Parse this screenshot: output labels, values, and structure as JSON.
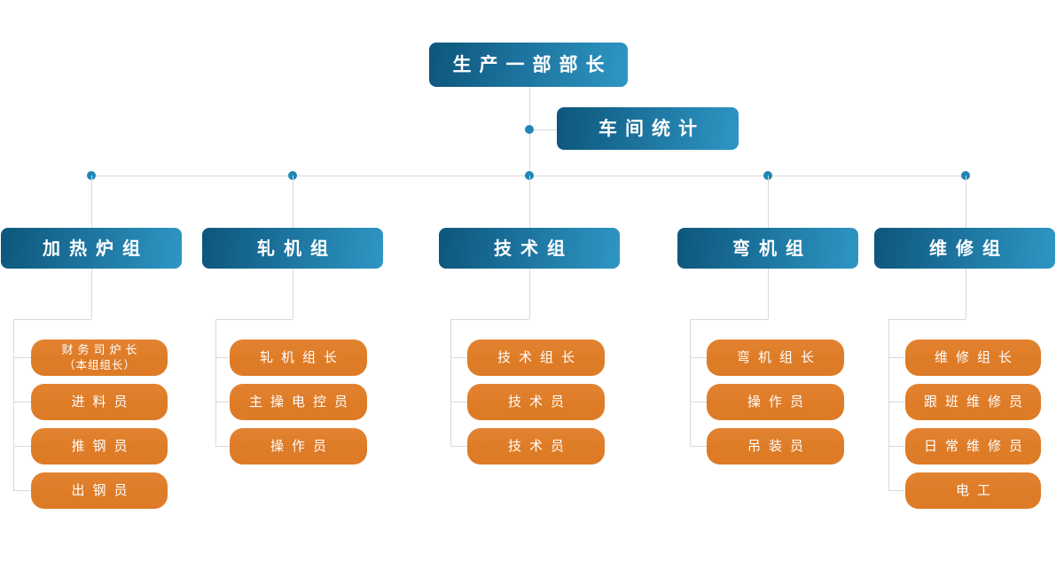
{
  "colors": {
    "node_blue_dark": "#0d567c",
    "node_blue_light": "#2e96c4",
    "node_orange": "#de7b26",
    "connector": "#d9d9d9",
    "dot": "#1f86b8"
  },
  "root": {
    "label": "生产一部部长"
  },
  "staff": {
    "label": "车间统计"
  },
  "groups": [
    {
      "label": "加热炉组",
      "children": [
        {
          "line1": "财务司炉长",
          "line2": "（本组组长）"
        },
        {
          "line1": "进料员"
        },
        {
          "line1": "推钢员"
        },
        {
          "line1": "出钢员"
        }
      ]
    },
    {
      "label": "轧机组",
      "children": [
        {
          "line1": "轧机组长"
        },
        {
          "line1": "主操电控员"
        },
        {
          "line1": "操作员"
        }
      ]
    },
    {
      "label": "技术组",
      "children": [
        {
          "line1": "技术组长"
        },
        {
          "line1": "技术员"
        },
        {
          "line1": "技术员"
        }
      ]
    },
    {
      "label": "弯机组",
      "children": [
        {
          "line1": "弯机组长"
        },
        {
          "line1": "操作员"
        },
        {
          "line1": "吊装员"
        }
      ]
    },
    {
      "label": "维修组",
      "children": [
        {
          "line1": "维修组长"
        },
        {
          "line1": "跟班维修员"
        },
        {
          "line1": "日常维修员"
        },
        {
          "line1": "电工"
        }
      ]
    }
  ]
}
